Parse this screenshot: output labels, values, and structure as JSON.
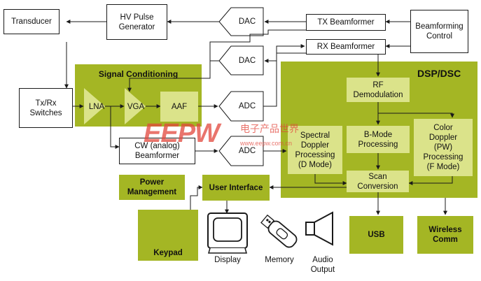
{
  "diagram": {
    "blocks": {
      "transducer": "Transducer",
      "hv_pulse": [
        "HV Pulse",
        "Generator"
      ],
      "dac_top": "DAC",
      "dac_mid": "DAC",
      "tx_beamformer": "TX Beamformer",
      "rx_beamformer": "RX Beamformer",
      "beamforming_control": [
        "Beamforming",
        "Control"
      ],
      "signal_conditioning": "Signal Conditioning",
      "txrx_switches": [
        "Tx/Rx",
        "Switches"
      ],
      "lna": "LNA",
      "vga": "VGA",
      "aaf": "AAF",
      "adc_main": "ADC",
      "cw_beamformer": [
        "CW (analog)",
        "Beamformer"
      ],
      "adc_cw": "ADC",
      "dsp": "DSP/DSC",
      "rf_demod": [
        "RF",
        "Demodulation"
      ],
      "bmode": [
        "B-Mode",
        "Processing"
      ],
      "color_doppler": [
        "Color",
        "Doppler",
        "(PW)",
        "Processing",
        "(F Mode)"
      ],
      "spectral_doppler": [
        "Spectral",
        "Doppler",
        "Processing",
        "(D Mode)"
      ],
      "scan_conversion": [
        "Scan",
        "Conversion"
      ],
      "power_management": [
        "Power",
        "Management"
      ],
      "user_interface": "User Interface",
      "usb": "USB",
      "wireless": [
        "Wireless",
        "Comm"
      ],
      "keypad": "Keypad",
      "display": "Display",
      "memory": "Memory",
      "audio_output": [
        "Audio",
        "Output"
      ]
    },
    "watermark": {
      "logo": "EEPW",
      "cn": "电子产品世界",
      "url": "www.eepw.com.cn"
    },
    "colors": {
      "green_fill": "#a4b624",
      "green_light": "#dbe38a",
      "line": "#1a1a1a",
      "watermark": "#e2463c"
    }
  }
}
